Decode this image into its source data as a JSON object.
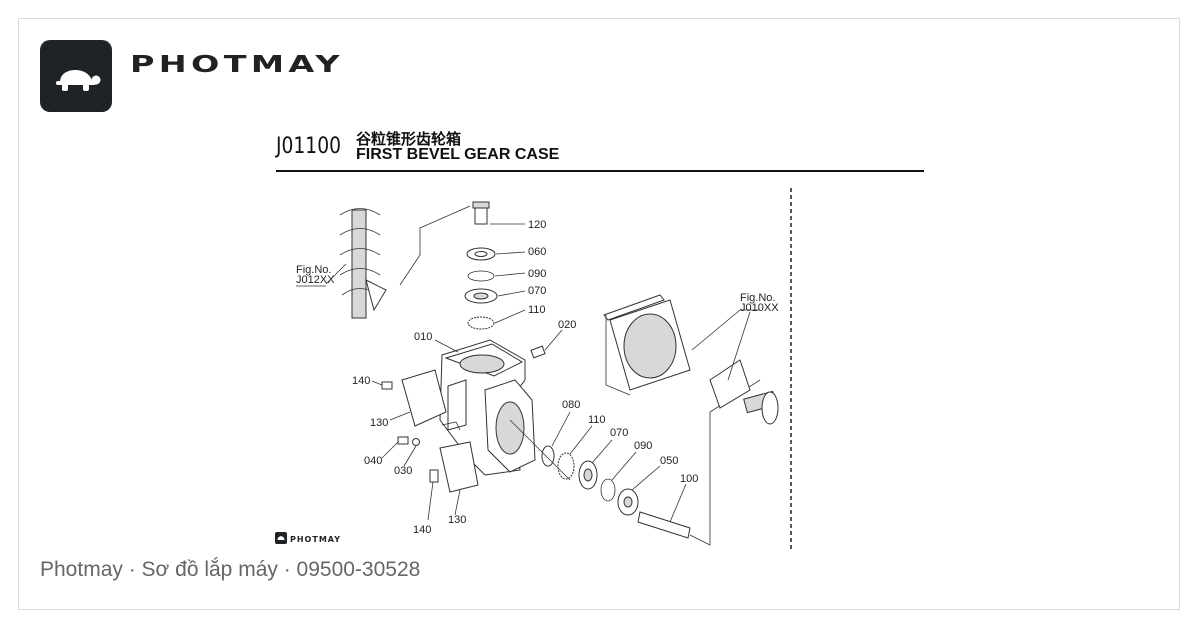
{
  "brand": {
    "name": "PHOTMAY",
    "icon": "turtle-icon"
  },
  "diagram": {
    "code": "J01100",
    "title_cn": "谷粒锥形齿轮箱",
    "title_en": "FIRST BEVEL GEAR CASE",
    "fig_ref_left": {
      "line1": "Fig.No.",
      "line2": "J012XX"
    },
    "fig_ref_right": {
      "line1": "Fig.No.",
      "line2": "J010XX"
    },
    "watermark": "PHOTMAY",
    "parts": [
      "120",
      "060",
      "090",
      "070",
      "110",
      "020",
      "010",
      "140",
      "130",
      "080",
      "110",
      "070",
      "090",
      "050",
      "100",
      "040",
      "030",
      "140",
      "130"
    ]
  },
  "caption": "Photmay · Sơ đồ lắp máy · 09500-30528",
  "colors": {
    "logo_bg": "#1f2326",
    "caption": "#666666"
  }
}
